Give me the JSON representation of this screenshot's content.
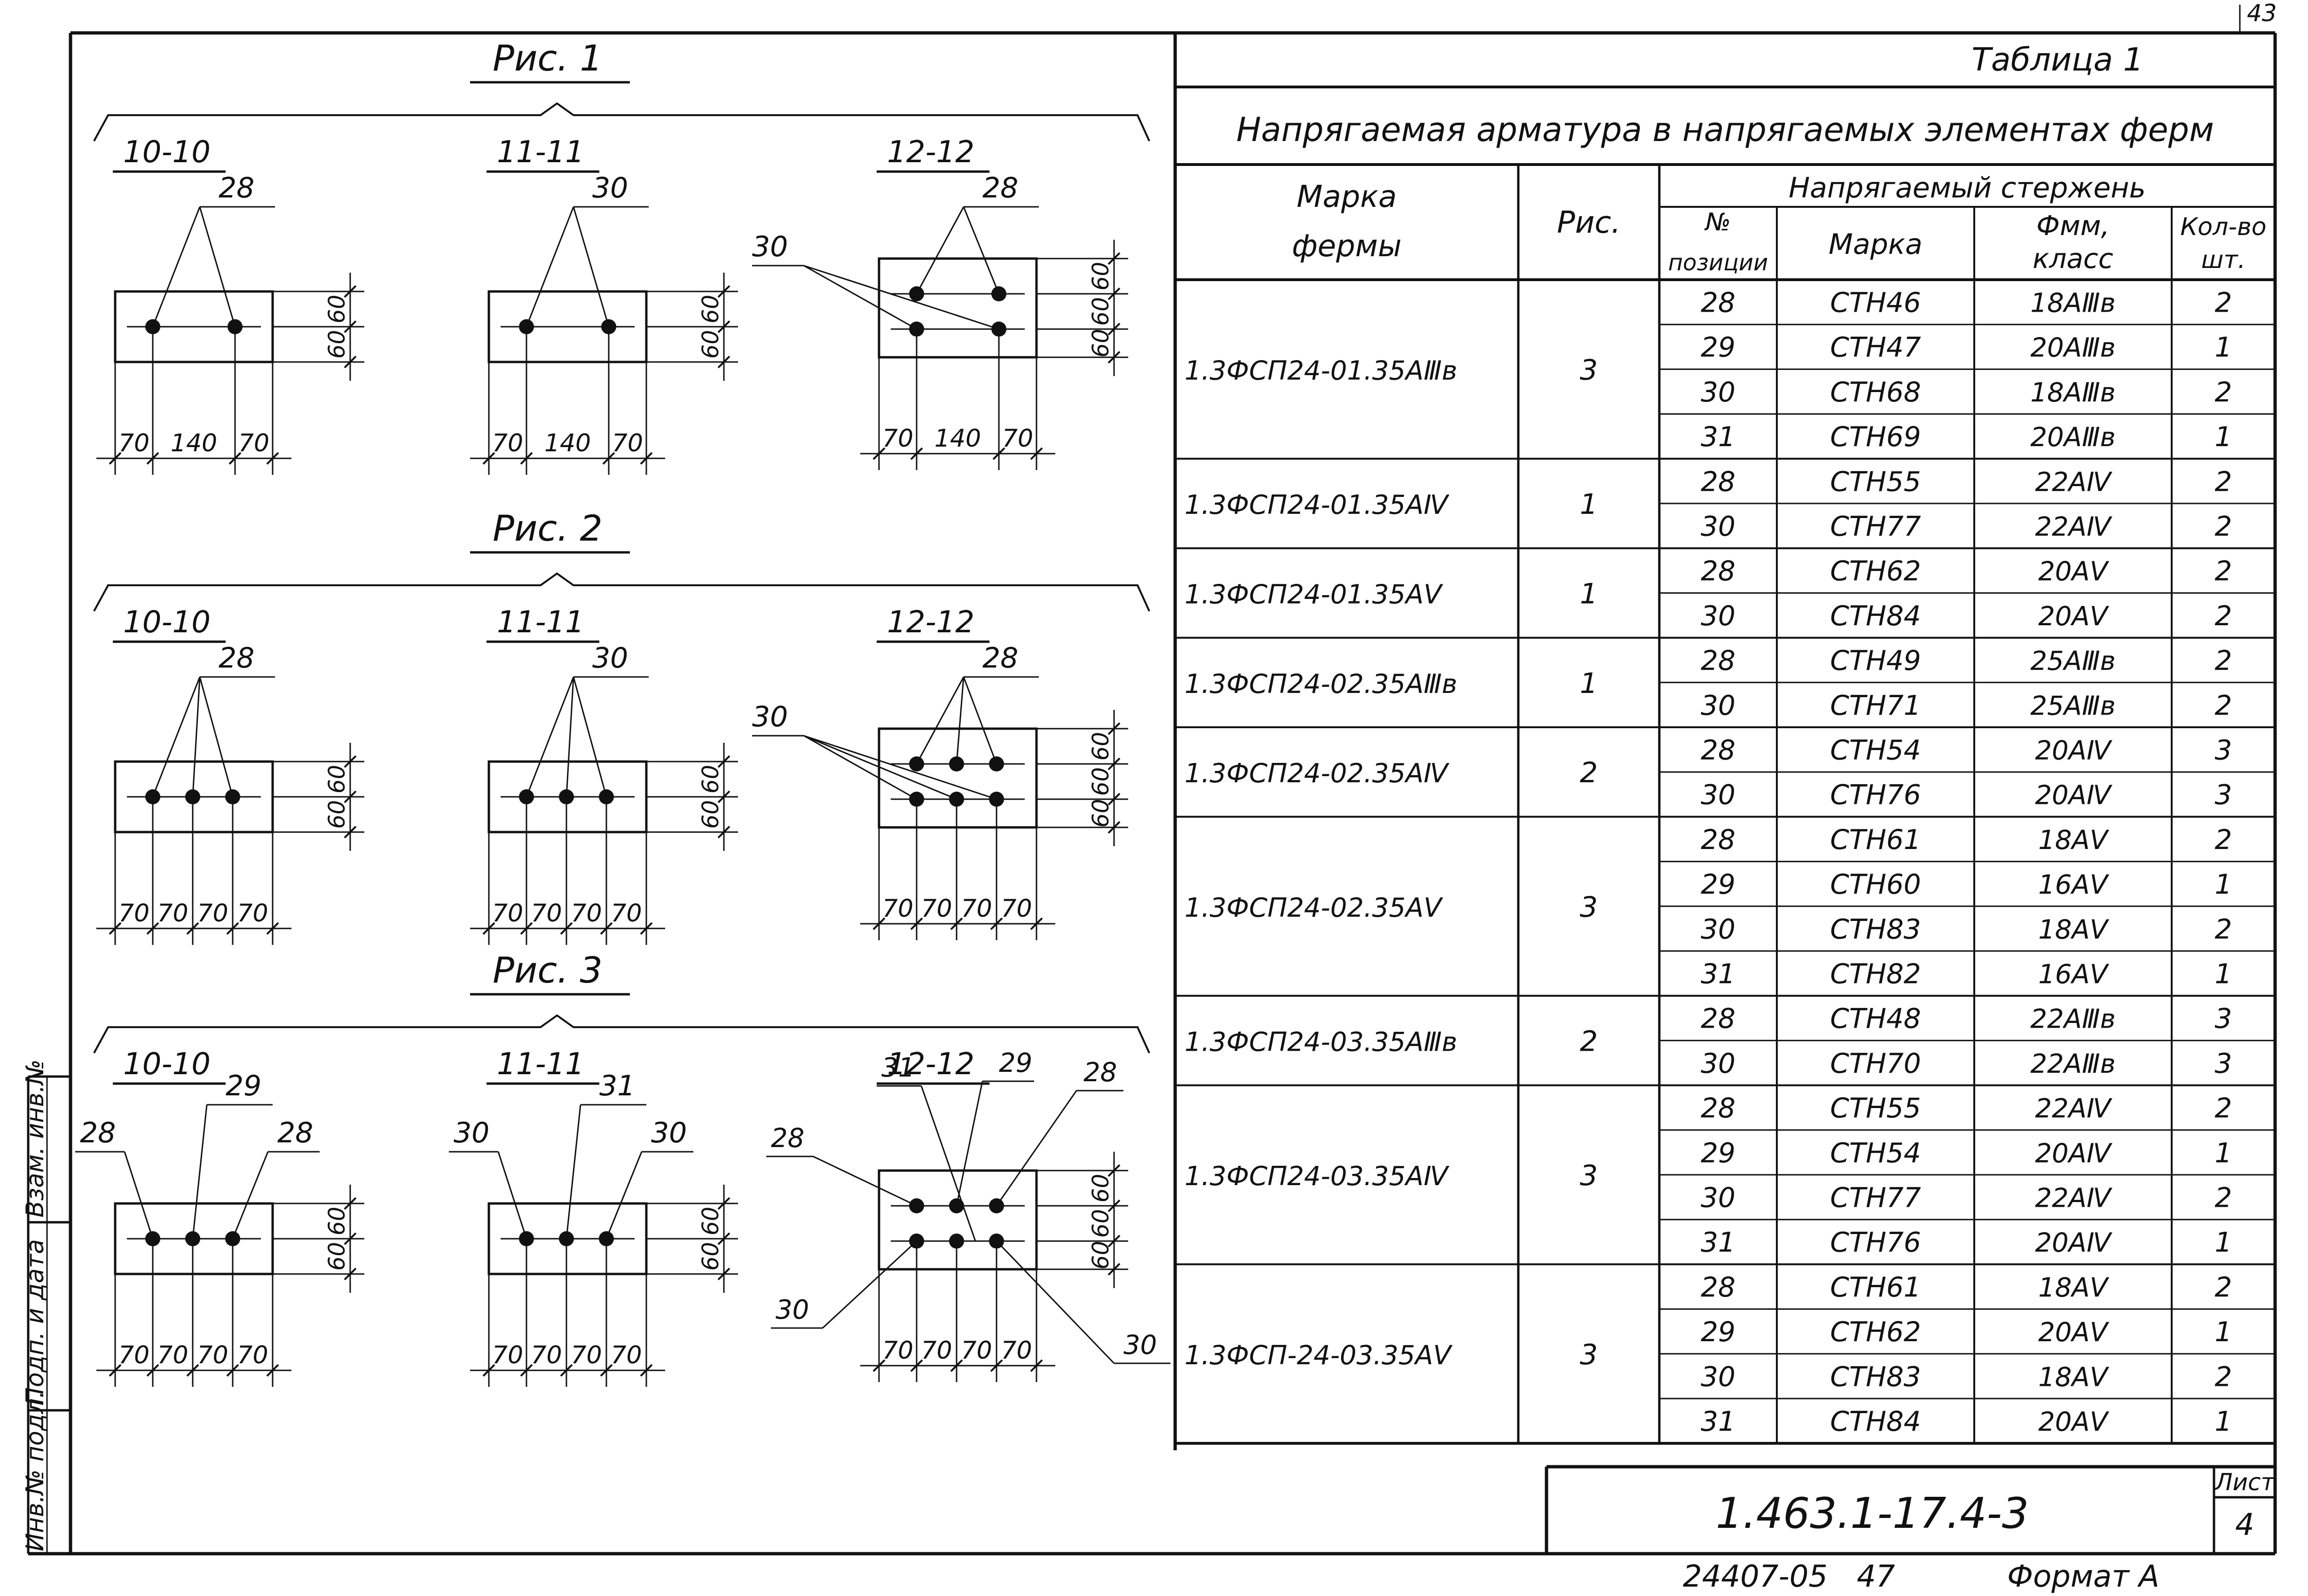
{
  "figures": [
    {
      "title": "Рис. 1",
      "sections": [
        {
          "name": "10-10",
          "labels": [
            "28"
          ],
          "bottom_dims": [
            "70",
            "140",
            "70"
          ],
          "side_dims": [
            "60",
            "60"
          ]
        },
        {
          "name": "11-11",
          "labels": [
            "30"
          ],
          "bottom_dims": [
            "70",
            "140",
            "70"
          ],
          "side_dims": [
            "60",
            "60"
          ]
        },
        {
          "name": "12-12",
          "labels": [
            "28",
            "30"
          ],
          "bottom_dims": [
            "70",
            "140",
            "70"
          ],
          "side_dims": [
            "60",
            "60",
            "60"
          ]
        }
      ]
    },
    {
      "title": "Рис. 2",
      "sections": [
        {
          "name": "10-10",
          "labels": [
            "28"
          ],
          "bottom_dims": [
            "70",
            "70",
            "70",
            "70"
          ],
          "side_dims": [
            "60",
            "60"
          ]
        },
        {
          "name": "11-11",
          "labels": [
            "30"
          ],
          "bottom_dims": [
            "70",
            "70",
            "70",
            "70"
          ],
          "side_dims": [
            "60",
            "60"
          ]
        },
        {
          "name": "12-12",
          "labels": [
            "28",
            "30"
          ],
          "bottom_dims": [
            "70",
            "70",
            "70",
            "70"
          ],
          "side_dims": [
            "60",
            "60",
            "60"
          ]
        }
      ]
    },
    {
      "title": "Рис. 3",
      "sections": [
        {
          "name": "10-10",
          "labels": [
            "29",
            "28",
            "28"
          ],
          "bottom_dims": [
            "70",
            "70",
            "70",
            "70"
          ],
          "side_dims": [
            "60",
            "60"
          ]
        },
        {
          "name": "11-11",
          "labels": [
            "31",
            "30",
            "30"
          ],
          "bottom_dims": [
            "70",
            "70",
            "70",
            "70"
          ],
          "side_dims": [
            "60",
            "60"
          ]
        },
        {
          "name": "12-12",
          "labels": [
            "31",
            "29",
            "28",
            "28",
            "30",
            "30"
          ],
          "bottom_dims": [
            "70",
            "70",
            "70",
            "70"
          ],
          "side_dims": [
            "60",
            "60",
            "60"
          ]
        }
      ]
    }
  ],
  "table": {
    "label": "Таблица 1",
    "title": "Напрягаемая арматура в напрягаемых элементах ферм",
    "headers": {
      "marka_fermy": [
        "Марка",
        "фермы"
      ],
      "ris": "Рис.",
      "group": "Напрягаемый стержень",
      "pos": [
        "№",
        "позиции"
      ],
      "marka": "Марка",
      "diam": [
        "Фмм,",
        "класс"
      ],
      "qty": [
        "Кол-во",
        "шт."
      ]
    },
    "groups": [
      {
        "mark": "1.3ФСП24-01.35АⅢв",
        "ris": "3",
        "rows": [
          {
            "pos": "28",
            "marka": "СТН46",
            "diam": "18АⅢв",
            "qty": "2"
          },
          {
            "pos": "29",
            "marka": "СТН47",
            "diam": "20АⅢв",
            "qty": "1"
          },
          {
            "pos": "30",
            "marka": "СТН68",
            "diam": "18АⅢв",
            "qty": "2"
          },
          {
            "pos": "31",
            "marka": "СТН69",
            "diam": "20АⅢв",
            "qty": "1"
          }
        ]
      },
      {
        "mark": "1.3ФСП24-01.35АⅣ",
        "ris": "1",
        "rows": [
          {
            "pos": "28",
            "marka": "СТН55",
            "diam": "22АⅣ",
            "qty": "2"
          },
          {
            "pos": "30",
            "marka": "СТН77",
            "diam": "22АⅣ",
            "qty": "2"
          }
        ]
      },
      {
        "mark": "1.3ФСП24-01.35АⅤ",
        "ris": "1",
        "rows": [
          {
            "pos": "28",
            "marka": "СТН62",
            "diam": "20АⅤ",
            "qty": "2"
          },
          {
            "pos": "30",
            "marka": "СТН84",
            "diam": "20АⅤ",
            "qty": "2"
          }
        ]
      },
      {
        "mark": "1.3ФСП24-02.35АⅢв",
        "ris": "1",
        "rows": [
          {
            "pos": "28",
            "marka": "СТН49",
            "diam": "25АⅢв",
            "qty": "2"
          },
          {
            "pos": "30",
            "marka": "СТН71",
            "diam": "25АⅢв",
            "qty": "2"
          }
        ]
      },
      {
        "mark": "1.3ФСП24-02.35АⅣ",
        "ris": "2",
        "rows": [
          {
            "pos": "28",
            "marka": "СТН54",
            "diam": "20АⅣ",
            "qty": "3"
          },
          {
            "pos": "30",
            "marka": "СТН76",
            "diam": "20АⅣ",
            "qty": "3"
          }
        ]
      },
      {
        "mark": "1.3ФСП24-02.35АⅤ",
        "ris": "3",
        "rows": [
          {
            "pos": "28",
            "marka": "СТН61",
            "diam": "18АⅤ",
            "qty": "2"
          },
          {
            "pos": "29",
            "marka": "СТН60",
            "diam": "16АⅤ",
            "qty": "1"
          },
          {
            "pos": "30",
            "marka": "СТН83",
            "diam": "18АⅤ",
            "qty": "2"
          },
          {
            "pos": "31",
            "marka": "СТН82",
            "diam": "16АⅤ",
            "qty": "1"
          }
        ]
      },
      {
        "mark": "1.3ФСП24-03.35АⅢв",
        "ris": "2",
        "rows": [
          {
            "pos": "28",
            "marka": "СТН48",
            "diam": "22АⅢв",
            "qty": "3"
          },
          {
            "pos": "30",
            "marka": "СТН70",
            "diam": "22АⅢв",
            "qty": "3"
          }
        ]
      },
      {
        "mark": "1.3ФСП24-03.35АⅣ",
        "ris": "3",
        "rows": [
          {
            "pos": "28",
            "marka": "СТН55",
            "diam": "22АⅣ",
            "qty": "2"
          },
          {
            "pos": "29",
            "marka": "СТН54",
            "diam": "20АⅣ",
            "qty": "1"
          },
          {
            "pos": "30",
            "marka": "СТН77",
            "diam": "22АⅣ",
            "qty": "2"
          },
          {
            "pos": "31",
            "marka": "СТН76",
            "diam": "20АⅣ",
            "qty": "1"
          }
        ]
      },
      {
        "mark": "1.3ФСП-24-03.35АⅤ",
        "ris": "3",
        "rows": [
          {
            "pos": "28",
            "marka": "СТН61",
            "diam": "18АⅤ",
            "qty": "2"
          },
          {
            "pos": "29",
            "marka": "СТН62",
            "diam": "20АⅤ",
            "qty": "1"
          },
          {
            "pos": "30",
            "marka": "СТН83",
            "diam": "18АⅤ",
            "qty": "2"
          },
          {
            "pos": "31",
            "marka": "СТН84",
            "diam": "20АⅤ",
            "qty": "1"
          }
        ]
      }
    ]
  },
  "stamp": {
    "doc_code": "1.463.1-17.4-3",
    "sheet_label": "Лист",
    "sheet_number": "4",
    "page_corner": "43",
    "bottom_number": "24407-05",
    "bottom_number2": "47",
    "format_label": "Формат А"
  },
  "side_labels": [
    "Инв.№ подл.",
    "Подп. и дата",
    "Взам. инв.№"
  ]
}
